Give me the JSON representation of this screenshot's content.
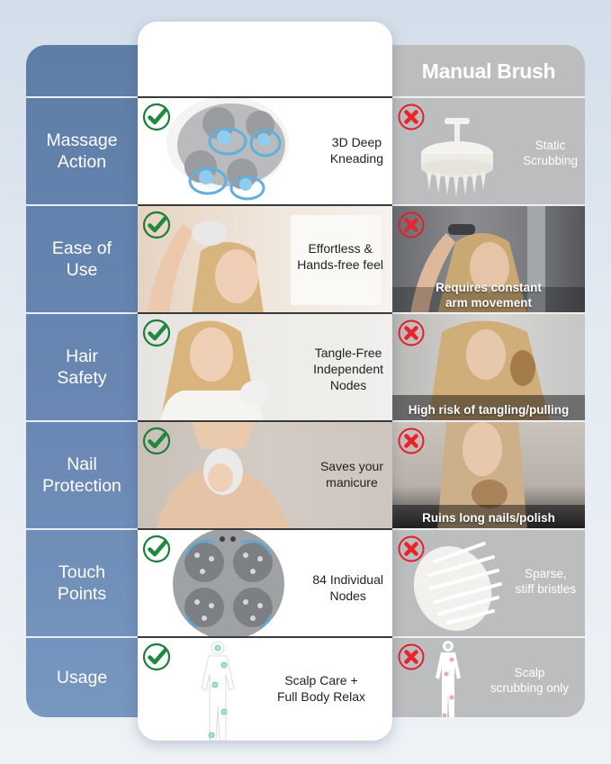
{
  "columns": {
    "left": {
      "header": ""
    },
    "middle": {
      "header": ""
    },
    "right": {
      "header": "Manual Brush"
    }
  },
  "colors": {
    "left_column": "#6886b1",
    "right_column": "#bcbdbf",
    "middle_card": "#ffffff",
    "check_green": "#1e8a3c",
    "x_red": "#e0202a",
    "background": "#dfe7f0"
  },
  "rows": [
    {
      "feature": "Massage Action",
      "feature_lines": [
        "Massage",
        "Action"
      ],
      "middle": {
        "icon": "check-icon",
        "lines": [
          "3D Deep",
          "Kneading"
        ],
        "image": "massager-head-rotating-nodes"
      },
      "right": {
        "icon": "x-icon",
        "lines": [
          "Static",
          "Scrubbing"
        ],
        "image": "manual-scalp-brush"
      }
    },
    {
      "feature": "Ease of Use",
      "feature_lines": [
        "Ease of",
        "Use"
      ],
      "middle": {
        "icon": "check-icon",
        "lines": [
          "Effortless &",
          "Hands-free feel"
        ],
        "image": "woman-using-massager"
      },
      "right": {
        "icon": "x-icon",
        "lines": [
          "Requires constant",
          "arm movement"
        ],
        "image": "woman-scrubbing-with-brush"
      }
    },
    {
      "feature": "Hair Safety",
      "feature_lines": [
        "Hair",
        "Safety"
      ],
      "middle": {
        "icon": "check-icon",
        "lines": [
          "Tangle-Free",
          "Independent",
          "Nodes"
        ],
        "image": "smiling-woman-long-hair"
      },
      "right": {
        "icon": "x-icon",
        "lines": [
          "High risk of tangling/pulling"
        ],
        "image": "woman-tangled-hair"
      }
    },
    {
      "feature": "Nail Protection",
      "feature_lines": [
        "Nail",
        "Protection"
      ],
      "middle": {
        "icon": "check-icon",
        "lines": [
          "Saves your",
          "manicure"
        ],
        "image": "woman-holding-massager"
      },
      "right": {
        "icon": "x-icon",
        "lines": [
          "Ruins long nails/polish"
        ],
        "image": "woman-with-brush-nails"
      }
    },
    {
      "feature": "Touch Points",
      "feature_lines": [
        "Touch",
        "Points"
      ],
      "middle": {
        "icon": "check-icon",
        "lines": [
          "84 Individual",
          "Nodes"
        ],
        "image": "massager-underside-nodes"
      },
      "right": {
        "icon": "x-icon",
        "lines": [
          "Sparse,",
          "stiff bristles"
        ],
        "image": "brush-bristles"
      }
    },
    {
      "feature": "Usage",
      "feature_lines": [
        "Usage"
      ],
      "middle": {
        "icon": "check-icon",
        "lines": [
          "Scalp Care +",
          "Full Body Relax"
        ],
        "image": "body-outline-teal-points"
      },
      "right": {
        "icon": "x-icon",
        "lines": [
          "Scalp",
          "scrubbing only"
        ],
        "image": "body-outline-pink-points"
      }
    }
  ]
}
